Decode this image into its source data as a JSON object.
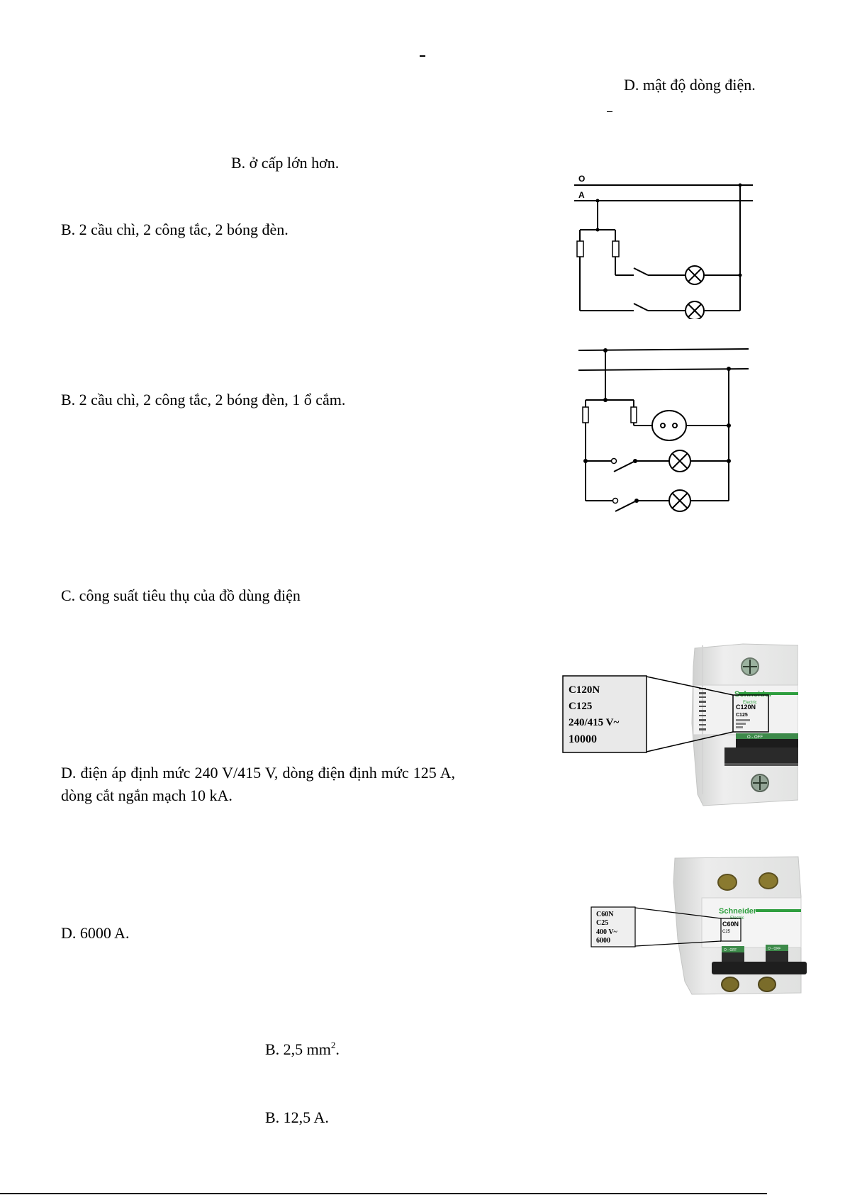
{
  "page": {
    "lines": {
      "q_density_option_d": "D. mật độ dòng điện.",
      "q_level_option_b": "B. ở cấp lớn hơn.",
      "q_circuit1_option_b": "B. 2 cầu chì, 2 công tắc, 2 bóng đèn.",
      "q_circuit2_option_b": "B. 2 cầu chì, 2 công tắc, 2 bóng đèn, 1 ổ cắm.",
      "q_power_option_c": "C. công suất tiêu thụ của đồ dùng điện",
      "q_breaker1_option_d": "D. điện áp định mức 240 V/415 V, dòng điện định mức 125 A, dòng cắt ngắn mạch 10 kA.",
      "q_breaker2_option_d": "D. 6000 A.",
      "q_cross_section_option_b": "B. 2,5 mm",
      "q_cross_section_option_b_sup": "2",
      "q_cross_section_option_b_end": ".",
      "q_current_option_b": "B. 12,5 A."
    },
    "figures": {
      "circuit1": {
        "label_neutral": "O",
        "label_phase": "A"
      },
      "breaker1": {
        "callout": [
          "C120N",
          "C125",
          "240/415 V~",
          "10000"
        ],
        "brand": "Schneider",
        "brand_sub": "Electric",
        "face_model": "C120N",
        "face_rating": "C125",
        "toggle_label": "O - OFF",
        "colors": {
          "brand_green": "#2e9e3e",
          "body_gray": "#e6e7e6",
          "toggle_black": "#1c1c1c"
        }
      },
      "breaker2": {
        "callout": [
          "C60N",
          "C25",
          "400 V~",
          "6000"
        ],
        "brand": "Schneider",
        "brand_sub": "Electric",
        "face_model": "C60N",
        "face_rating": "C25",
        "toggle_labels": [
          "O - OFF",
          "O - OFF"
        ],
        "colors": {
          "brand_green": "#2e9e3e",
          "body_gray": "#e3e4e3",
          "screw_brass": "#8a7a30"
        }
      }
    }
  }
}
